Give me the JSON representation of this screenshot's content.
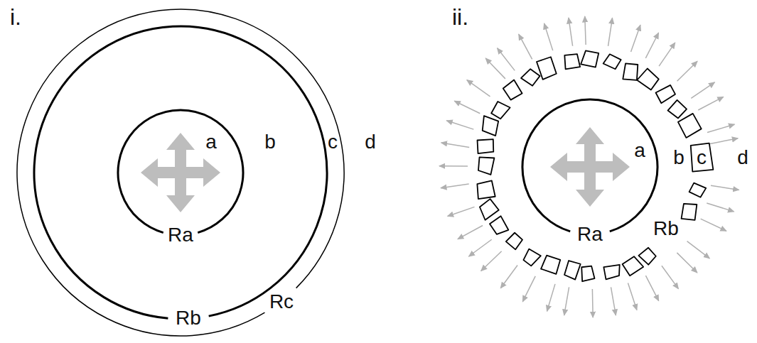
{
  "diagram": {
    "labels": [
      "i.",
      "a",
      "b",
      "c",
      "d",
      "Ra",
      "Rb",
      "Rc",
      "ii.",
      "a",
      "b",
      "c",
      "d",
      "Ra",
      "Rb"
    ]
  }
}
